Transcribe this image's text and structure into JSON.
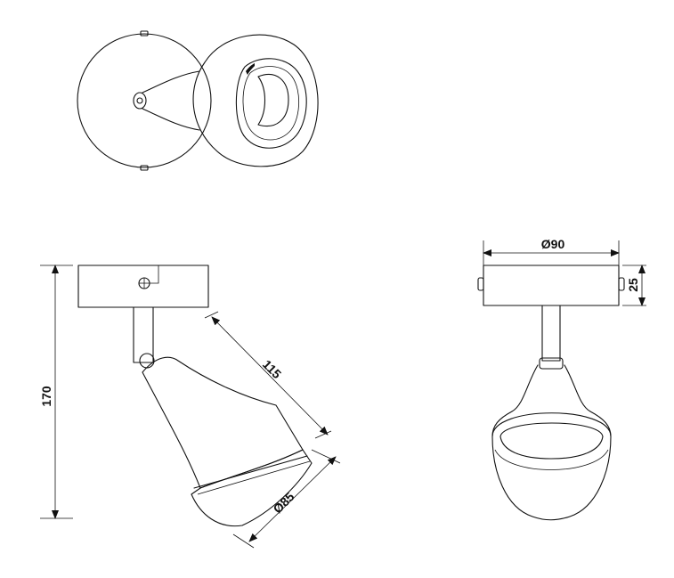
{
  "dimensions": {
    "total_height": "170",
    "arm_length": "115",
    "head_diameter": "Ø85",
    "base_diameter": "Ø90",
    "base_height": "25"
  },
  "colors": {
    "line": "#111111",
    "background": "#ffffff"
  }
}
